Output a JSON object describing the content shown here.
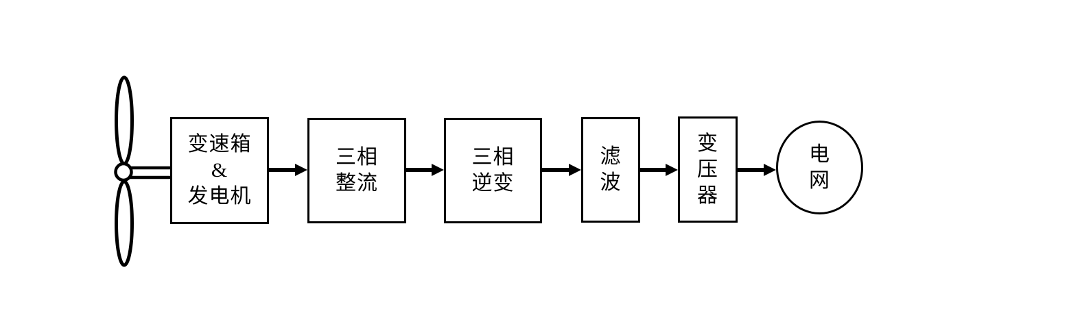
{
  "diagram": {
    "type": "flowchart",
    "direction": "left-to-right",
    "background_color": "#ffffff",
    "line_color": "#000000",
    "nodes": {
      "turbine": {
        "id": "wind-turbine",
        "shape": "icon",
        "icon": "wind-turbine-icon",
        "label": ""
      },
      "gearbox": {
        "id": "gearbox-generator",
        "shape": "rect",
        "label": "变速箱\n&\n发电机"
      },
      "rectifier": {
        "id": "three-phase-rectifier",
        "shape": "rect",
        "label": "三相\n整流"
      },
      "inverter": {
        "id": "three-phase-inverter",
        "shape": "rect",
        "label": "三相\n逆变"
      },
      "filter": {
        "id": "filter",
        "shape": "rect",
        "label": "滤\n波"
      },
      "transformer": {
        "id": "transformer",
        "shape": "rect",
        "label": "变\n压\n器"
      },
      "grid": {
        "id": "power-grid",
        "shape": "circle",
        "label": "电\n网"
      }
    },
    "edges": [
      {
        "from": "wind-turbine",
        "to": "gearbox-generator",
        "style": "shaft"
      },
      {
        "from": "gearbox-generator",
        "to": "three-phase-rectifier",
        "style": "arrow"
      },
      {
        "from": "three-phase-rectifier",
        "to": "three-phase-inverter",
        "style": "arrow"
      },
      {
        "from": "three-phase-inverter",
        "to": "filter",
        "style": "arrow"
      },
      {
        "from": "filter",
        "to": "transformer",
        "style": "arrow"
      },
      {
        "from": "transformer",
        "to": "power-grid",
        "style": "arrow"
      }
    ]
  }
}
